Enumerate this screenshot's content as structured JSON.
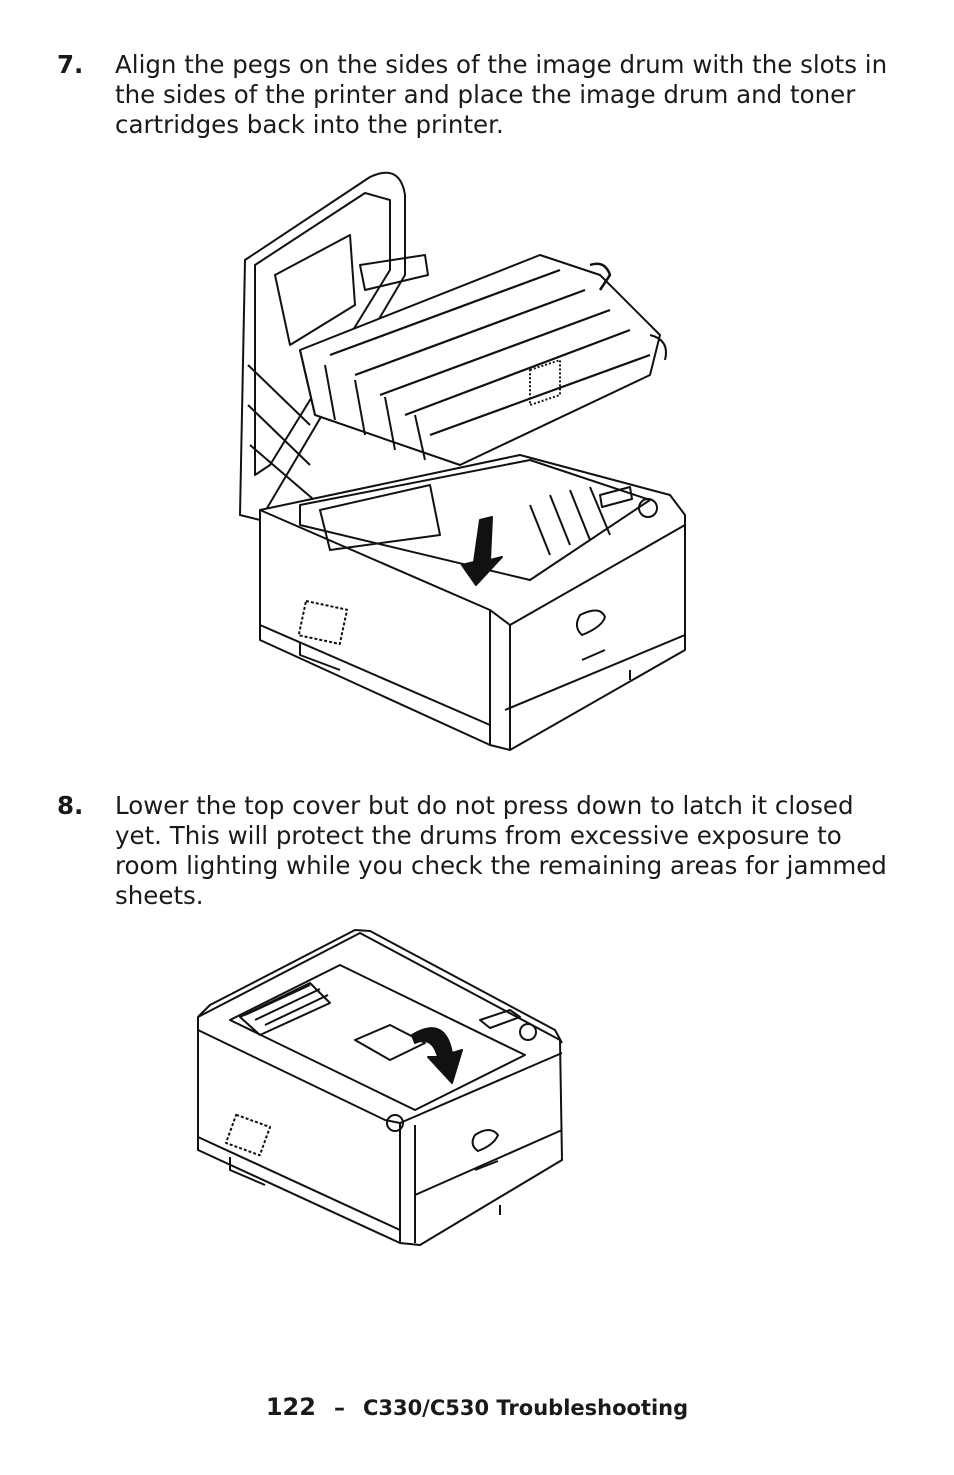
{
  "steps": [
    {
      "number": "7.",
      "text": "Align the pegs on the sides of the image drum with the slots in the sides of the printer and place the image drum and toner cartridges back into the printer."
    },
    {
      "number": "8.",
      "text": "Lower the top cover but do not press down to latch it closed yet. This will protect the drums from excessive exposure to room lighting while you check the remaining areas for jammed sheets."
    }
  ],
  "footer": {
    "page_number": "122",
    "separator": "–",
    "title": "C330/C530 Troubleshooting"
  }
}
